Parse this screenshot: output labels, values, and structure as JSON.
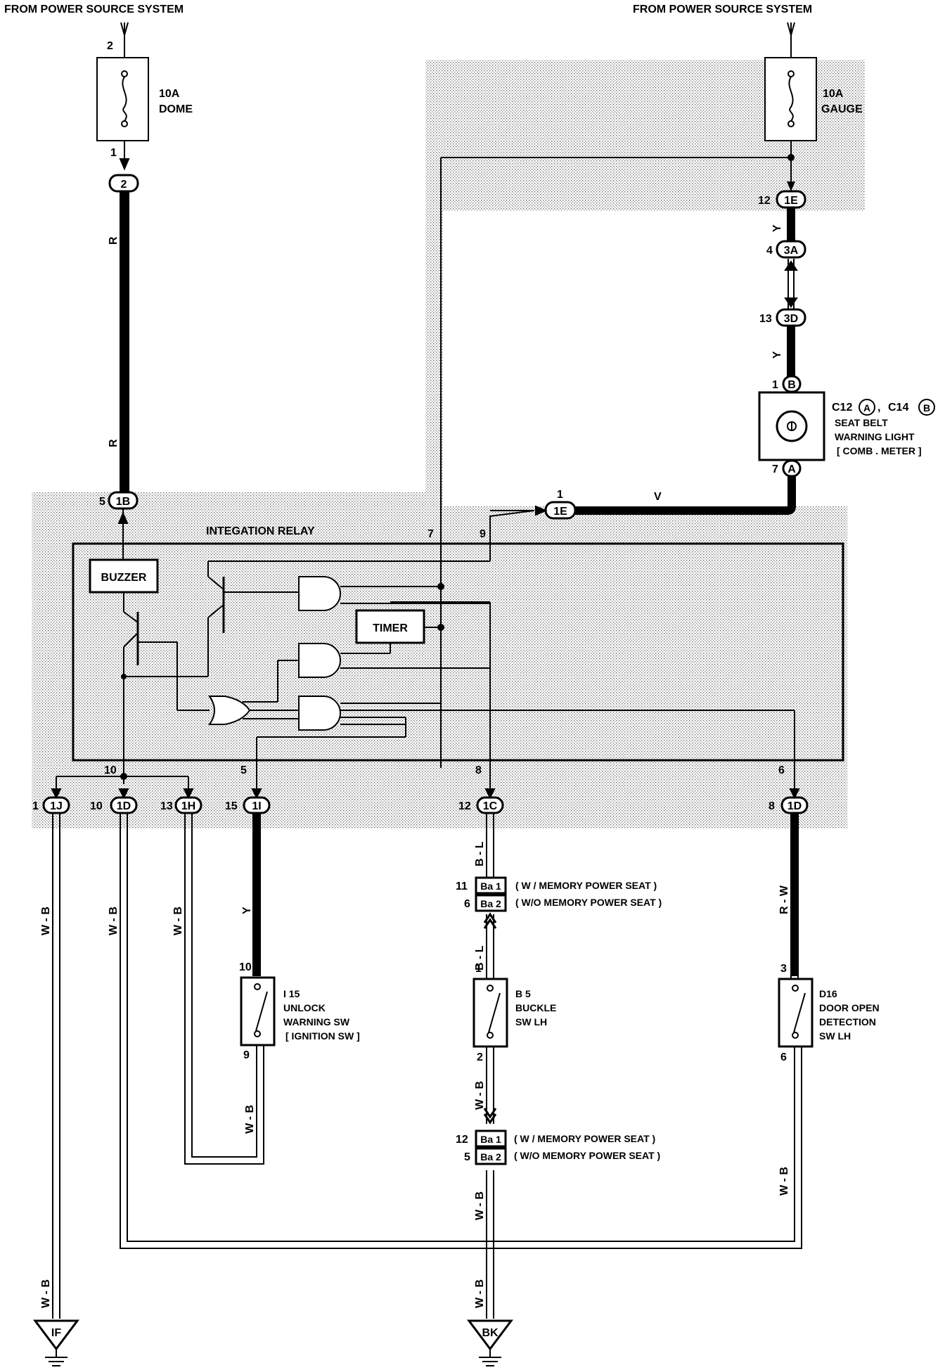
{
  "sources": {
    "left": "FROM POWER SOURCE SYSTEM",
    "right": "FROM POWER SOURCE SYSTEM"
  },
  "fuses": {
    "dome": {
      "rating": "10A",
      "name": "DOME",
      "pin_in": "2",
      "pin_out": "1"
    },
    "gauge": {
      "rating": "10A",
      "name": "GAUGE"
    }
  },
  "connectors": {
    "c2": "2",
    "c1B": "1B",
    "c1E_top": "1E",
    "c3A": "3A",
    "c3D": "3D",
    "cB": "B",
    "cA": "A",
    "c1E_mid": "1E",
    "c1J": "1J",
    "c1D_left": "1D",
    "c1H": "1H",
    "c1I": "1I",
    "c1C": "1C",
    "c1D_right": "1D",
    "ba1_top": "Ba 1",
    "ba2_top": "Ba 2",
    "ba1_bot": "Ba 1",
    "ba2_bot": "Ba 2"
  },
  "pins": {
    "p5_1B": "5",
    "p12_1E": "12",
    "p4_3A": "4",
    "p13_3D": "13",
    "p1_B": "1",
    "p7_A": "7",
    "p1_1E": "1",
    "relay7": "7",
    "relay9": "9",
    "relay10": "10",
    "relay5": "5",
    "relay8": "8",
    "relay6": "6",
    "p1_1J": "1",
    "p10_1D": "10",
    "p13_1H": "13",
    "p15_1I": "15",
    "p12_1C": "12",
    "p8_1D": "8",
    "p11_ba1": "11",
    "p6_ba2": "6",
    "p12_ba1": "12",
    "p5_ba2": "5",
    "i15_10": "10",
    "i15_9": "9",
    "b5_1": "1",
    "b5_2": "2",
    "d16_3": "3",
    "d16_6": "6"
  },
  "wires": {
    "r1": "R",
    "r2": "R",
    "y1": "Y",
    "y2": "Y",
    "v": "V",
    "y3": "Y",
    "wb1": "W - B",
    "wb2": "W - B",
    "wb3": "W - B",
    "wb4": "W - B",
    "wb5": "W - B",
    "wb6": "W - B",
    "wb7": "W - B",
    "wb8": "W - B",
    "bl1": "B - L",
    "bl2": "B - L",
    "rw": "R - W"
  },
  "relay": {
    "title": "INTEGATION RELAY",
    "buzzer": "BUZZER",
    "timer": "TIMER"
  },
  "light": {
    "id_a": "C12",
    "badge_a": "A",
    "sep": ",",
    "id_b": "C14",
    "badge_b": "B",
    "line1": "SEAT BELT",
    "line2": "WARNING LIGHT",
    "line3": "[ COMB . METER ]"
  },
  "notes": {
    "top_ba1": "( W / MEMORY POWER SEAT )",
    "top_ba2": "( W/O MEMORY POWER SEAT )",
    "bot_ba1": "( W / MEMORY POWER SEAT )",
    "bot_ba2": "( W/O MEMORY POWER SEAT )"
  },
  "switches": {
    "i15": {
      "id": "I 15",
      "line1": "UNLOCK",
      "line2": "WARNING SW",
      "line3": "[ IGNITION SW ]"
    },
    "b5": {
      "id": "B 5",
      "line1": "BUCKLE",
      "line2": "SW LH"
    },
    "d16": {
      "id": "D16",
      "line1": "DOOR OPEN",
      "line2": "DETECTION",
      "line3": "SW LH"
    }
  },
  "grounds": {
    "left": "IF",
    "center": "BK"
  }
}
